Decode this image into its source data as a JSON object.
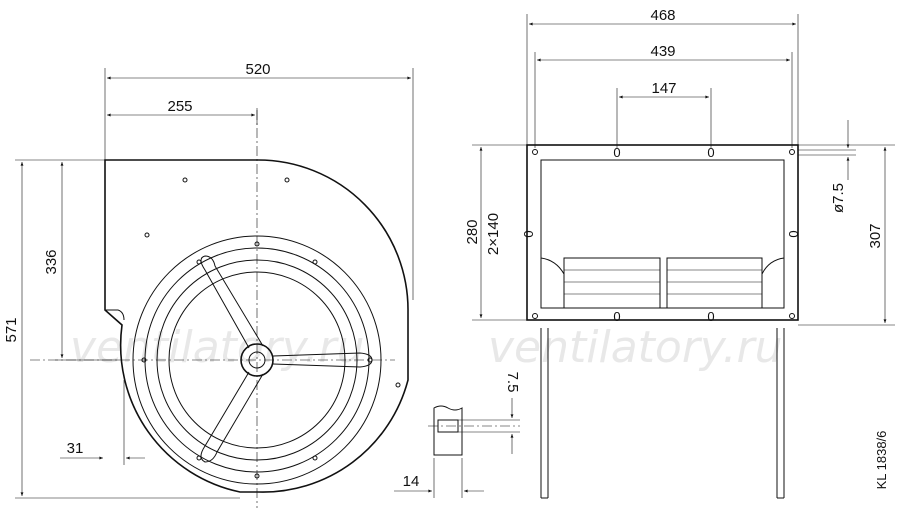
{
  "watermark": "ventilatory.ru",
  "drawing_number": "KL 1838/6",
  "dimensions": {
    "width_520": "520",
    "offset_255": "255",
    "height_336": "336",
    "height_571": "571",
    "offset_31": "31",
    "outlet_468": "468",
    "outlet_439": "439",
    "hole_spacing_147": "147",
    "outlet_280": "280",
    "outlet_2x140": "2×140",
    "flange_307": "307",
    "hole_diameter": "ø7.5",
    "side_7_5": "7.5",
    "side_14": "14",
    "hole_marker": "0"
  }
}
